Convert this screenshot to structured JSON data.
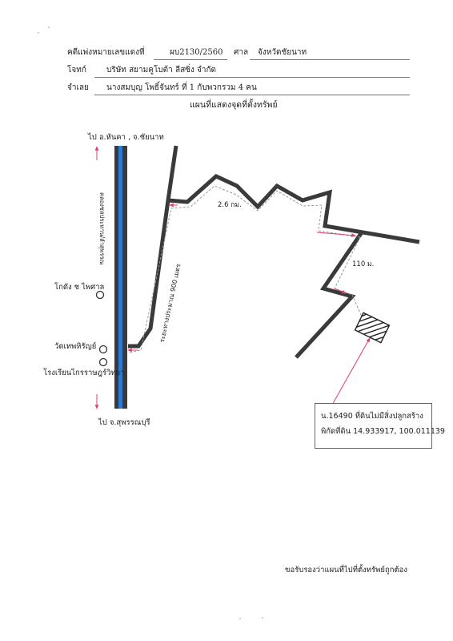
{
  "header": {
    "case_label": "คดีแพ่งหมายเลขแดงที่",
    "case_no": "ผบ2130/2560",
    "court_label": "ศาล",
    "court": "จังหวัดชัยนาท",
    "plaintiff_label": "โจทก์",
    "plaintiff": "บริษัท สยามคูโบต้า ลีสซิ่ง จำกัด",
    "defendant_label": "จำเลย",
    "defendant": "นางสมบุญ โพธิ์จันทร์ ที่ 1 กับพวกรวม 4 คน",
    "map_title": "แผนที่แสดงจุดที่ตั้งทรัพย์"
  },
  "map": {
    "north_dir": "ไป อ.หันคา , จ.ชัยนาท",
    "south_dir": "ไป จ.สุพรรณบุรี",
    "canal": "คลองชลประทาน/ลำสุพรรณ",
    "landmark_1": "โกดัง ช ไพศาล",
    "landmark_2": "วัดเทพหิรัญย์",
    "landmark_3": "โรงเรียนไกรราษฎร์วิทยา",
    "dist_road": "ระยะทางประมาณ 900 เมตร",
    "dist_km": "2.6 กม.",
    "dist_m": "110 ม.",
    "road_color": "#3a3a3a",
    "canal_color": "#2b7bd6",
    "arrow_color": "#e03c6e"
  },
  "callout": {
    "line1": "น.16490 ที่ดินไม่มีสิ่งปลูกสร้าง",
    "line2": "พิกัดที่ดิน 14.933917, 100.011139"
  },
  "footer": {
    "certify": "ขอรับรองว่าแผนที่ไปที่ตั้งทรัพย์ถูกต้อง"
  }
}
